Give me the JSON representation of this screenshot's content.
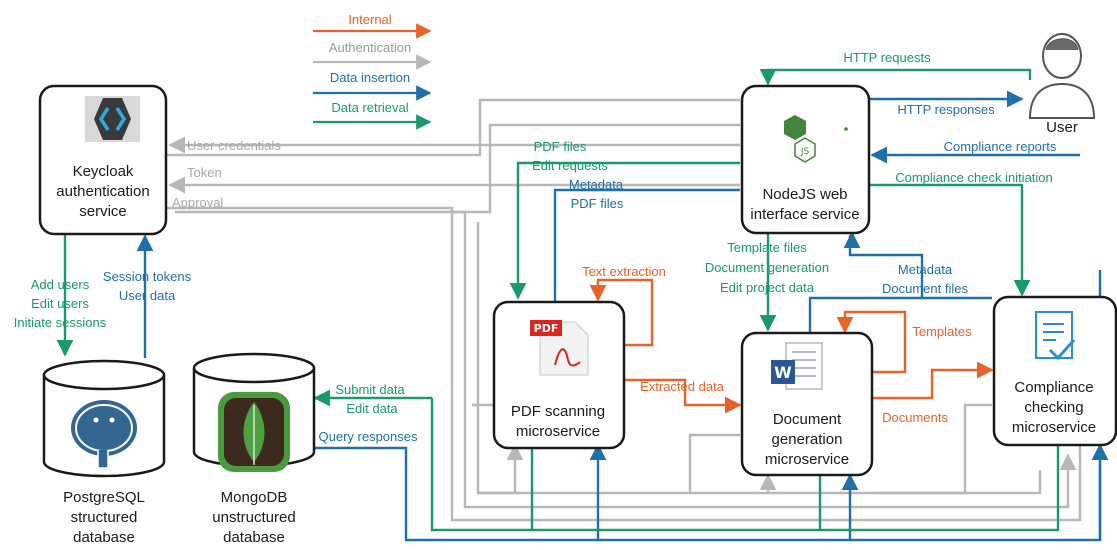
{
  "colors": {
    "internal": "#e8622a",
    "authentication": "#b8b8b8",
    "data_insertion": "#1f6fa8",
    "data_retrieval": "#1a9a6a",
    "text_dark": "#1a1a1a"
  },
  "legend": {
    "internal": "Internal",
    "authentication": "Authentication",
    "data_insertion": "Data insertion",
    "data_retrieval": "Data retrieval"
  },
  "nodes": {
    "keycloak": [
      "Keycloak",
      "authentication",
      "service"
    ],
    "nodejs": [
      "NodeJS web",
      "interface service"
    ],
    "pdf": [
      "PDF scanning",
      "microservice"
    ],
    "docgen": [
      "Document",
      "generation",
      "microservice"
    ],
    "compliance": [
      "Compliance",
      "checking",
      "microservice"
    ],
    "postgres": [
      "PostgreSQL",
      "structured",
      "database"
    ],
    "mongodb": [
      "MongoDB",
      "unstructured",
      "database"
    ],
    "user": "User"
  },
  "edges": {
    "http_requests": "HTTP requests",
    "http_responses": "HTTP responses",
    "user_credentials": "User credentials",
    "token": "Token",
    "approval": "Approval",
    "pdf_files_edit": [
      "PDF files",
      "Edit requests"
    ],
    "metadata_pdf": [
      "Metadata",
      "PDF files"
    ],
    "compliance_reports": "Compliance reports",
    "compliance_initiation": "Compliance check initiation",
    "template_files": [
      "Template files",
      "Document generation",
      "Edit project data"
    ],
    "metadata_docs": [
      "Metadata",
      "Document files"
    ],
    "text_extraction": "Text extraction",
    "templates": "Templates",
    "extracted_data": "Extracted data",
    "documents": "Documents",
    "add_users": [
      "Add users",
      "Edit users",
      "Initiate sessions"
    ],
    "session_tokens": [
      "Session tokens",
      "User data"
    ],
    "submit_data": [
      "Submit data",
      "Edit data"
    ],
    "query_responses": "Query responses"
  }
}
